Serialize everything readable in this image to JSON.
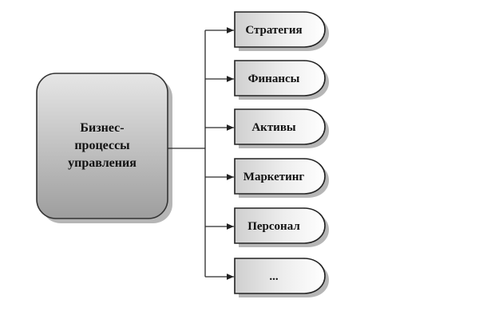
{
  "central": {
    "lines": [
      "Бизнес-",
      "процессы",
      "управления"
    ]
  },
  "nodes": [
    {
      "label": "Стратегия"
    },
    {
      "label": "Финансы"
    },
    {
      "label": "Активы"
    },
    {
      "label": "Маркетинг"
    },
    {
      "label": "Персонал"
    },
    {
      "label": "..."
    }
  ],
  "colors": {
    "central_fill_top": "#e6e6e6",
    "central_fill_bottom": "#9e9e9e",
    "node_fill_left": "#d0d0d0",
    "node_fill_right": "#ffffff",
    "line": "#222222"
  }
}
